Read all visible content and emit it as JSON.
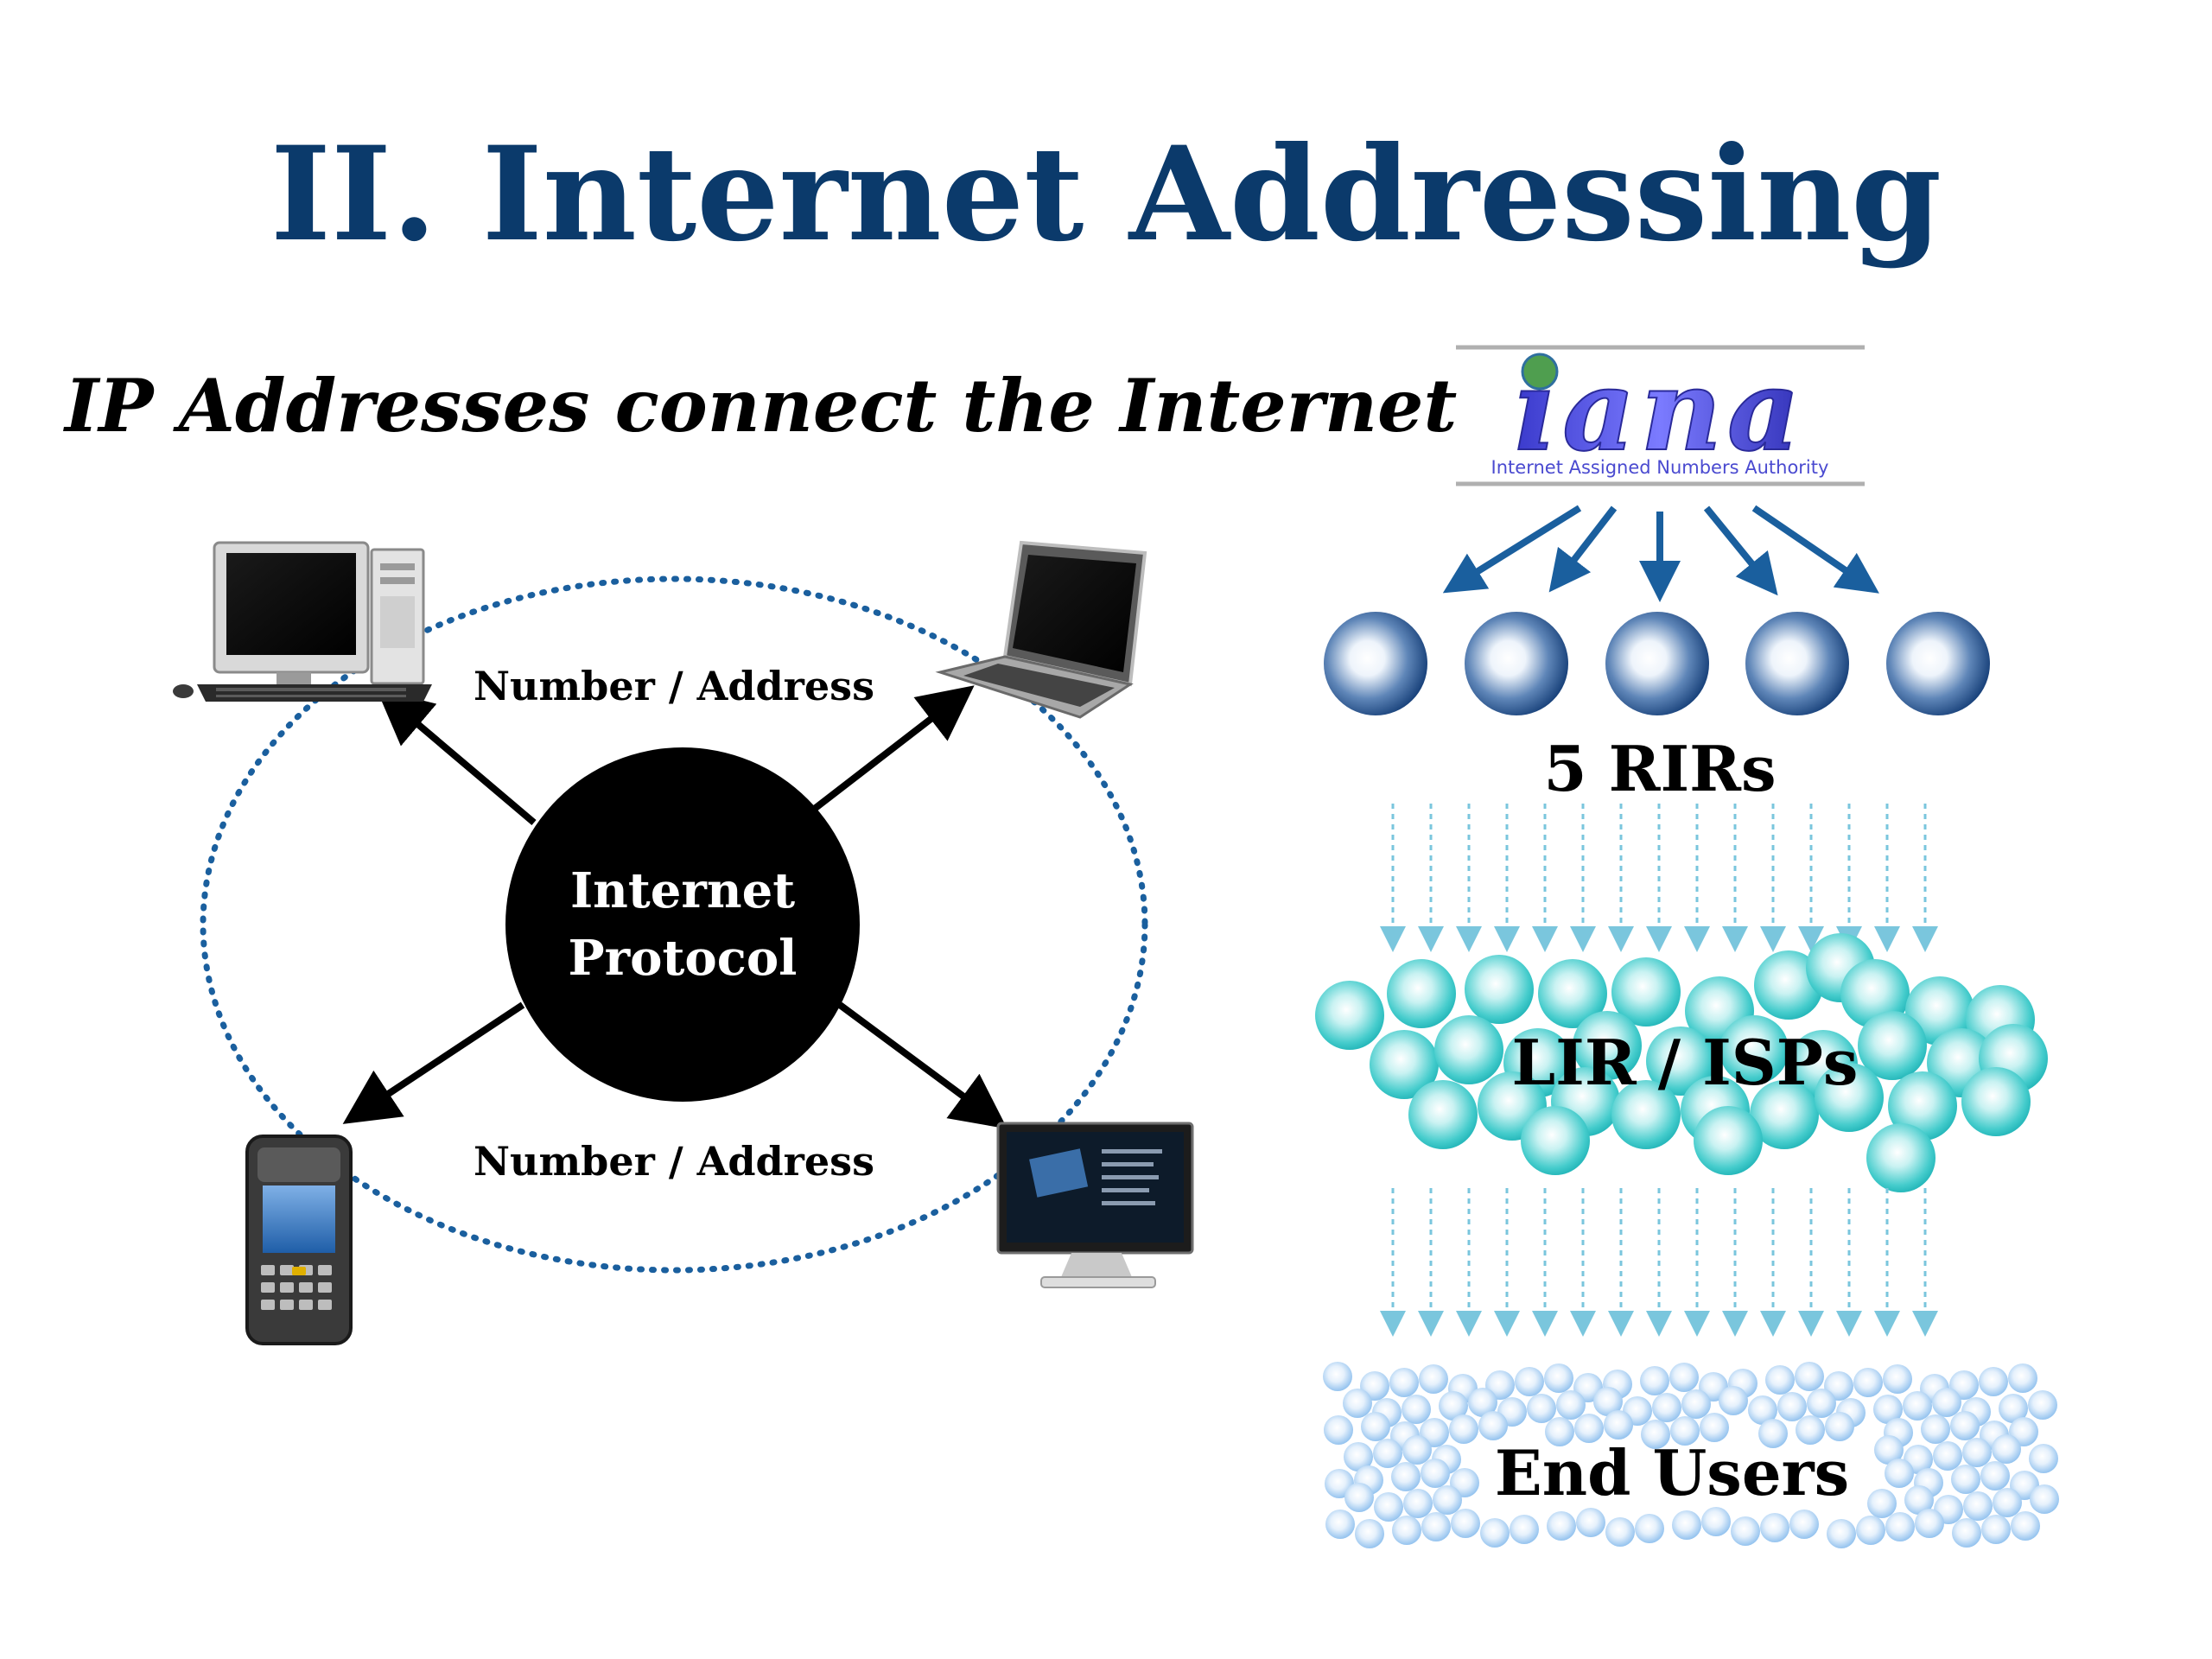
{
  "slide": {
    "title": "II. Internet Addressing",
    "subtitle": "IP Addresses connect the Internet"
  },
  "left_diagram": {
    "center_line1": "Internet",
    "center_line2": "Protocol",
    "label_top": "Number / Address",
    "label_bottom": "Number / Address",
    "devices": [
      "desktop-computer-icon",
      "laptop-icon",
      "handheld-scanner-icon",
      "tv-monitor-icon"
    ]
  },
  "right_diagram": {
    "iana_logo_text": "iana",
    "iana_logo_caption": "Internet Assigned Numbers Authority",
    "rirs_label": "5 RIRs",
    "lir_label": "LIR / ISPs",
    "end_users_label": "End Users"
  },
  "colors": {
    "title": "#0b3a6b",
    "rir_sphere": "#1f4e8c",
    "lir_sphere": "#2ec4c4",
    "end_user_sphere": "#9cc8ef",
    "dotted_arrow": "#7ac6dd",
    "iana_arrow": "#1a5f9e",
    "ring_dots": "#1a5f9e"
  }
}
